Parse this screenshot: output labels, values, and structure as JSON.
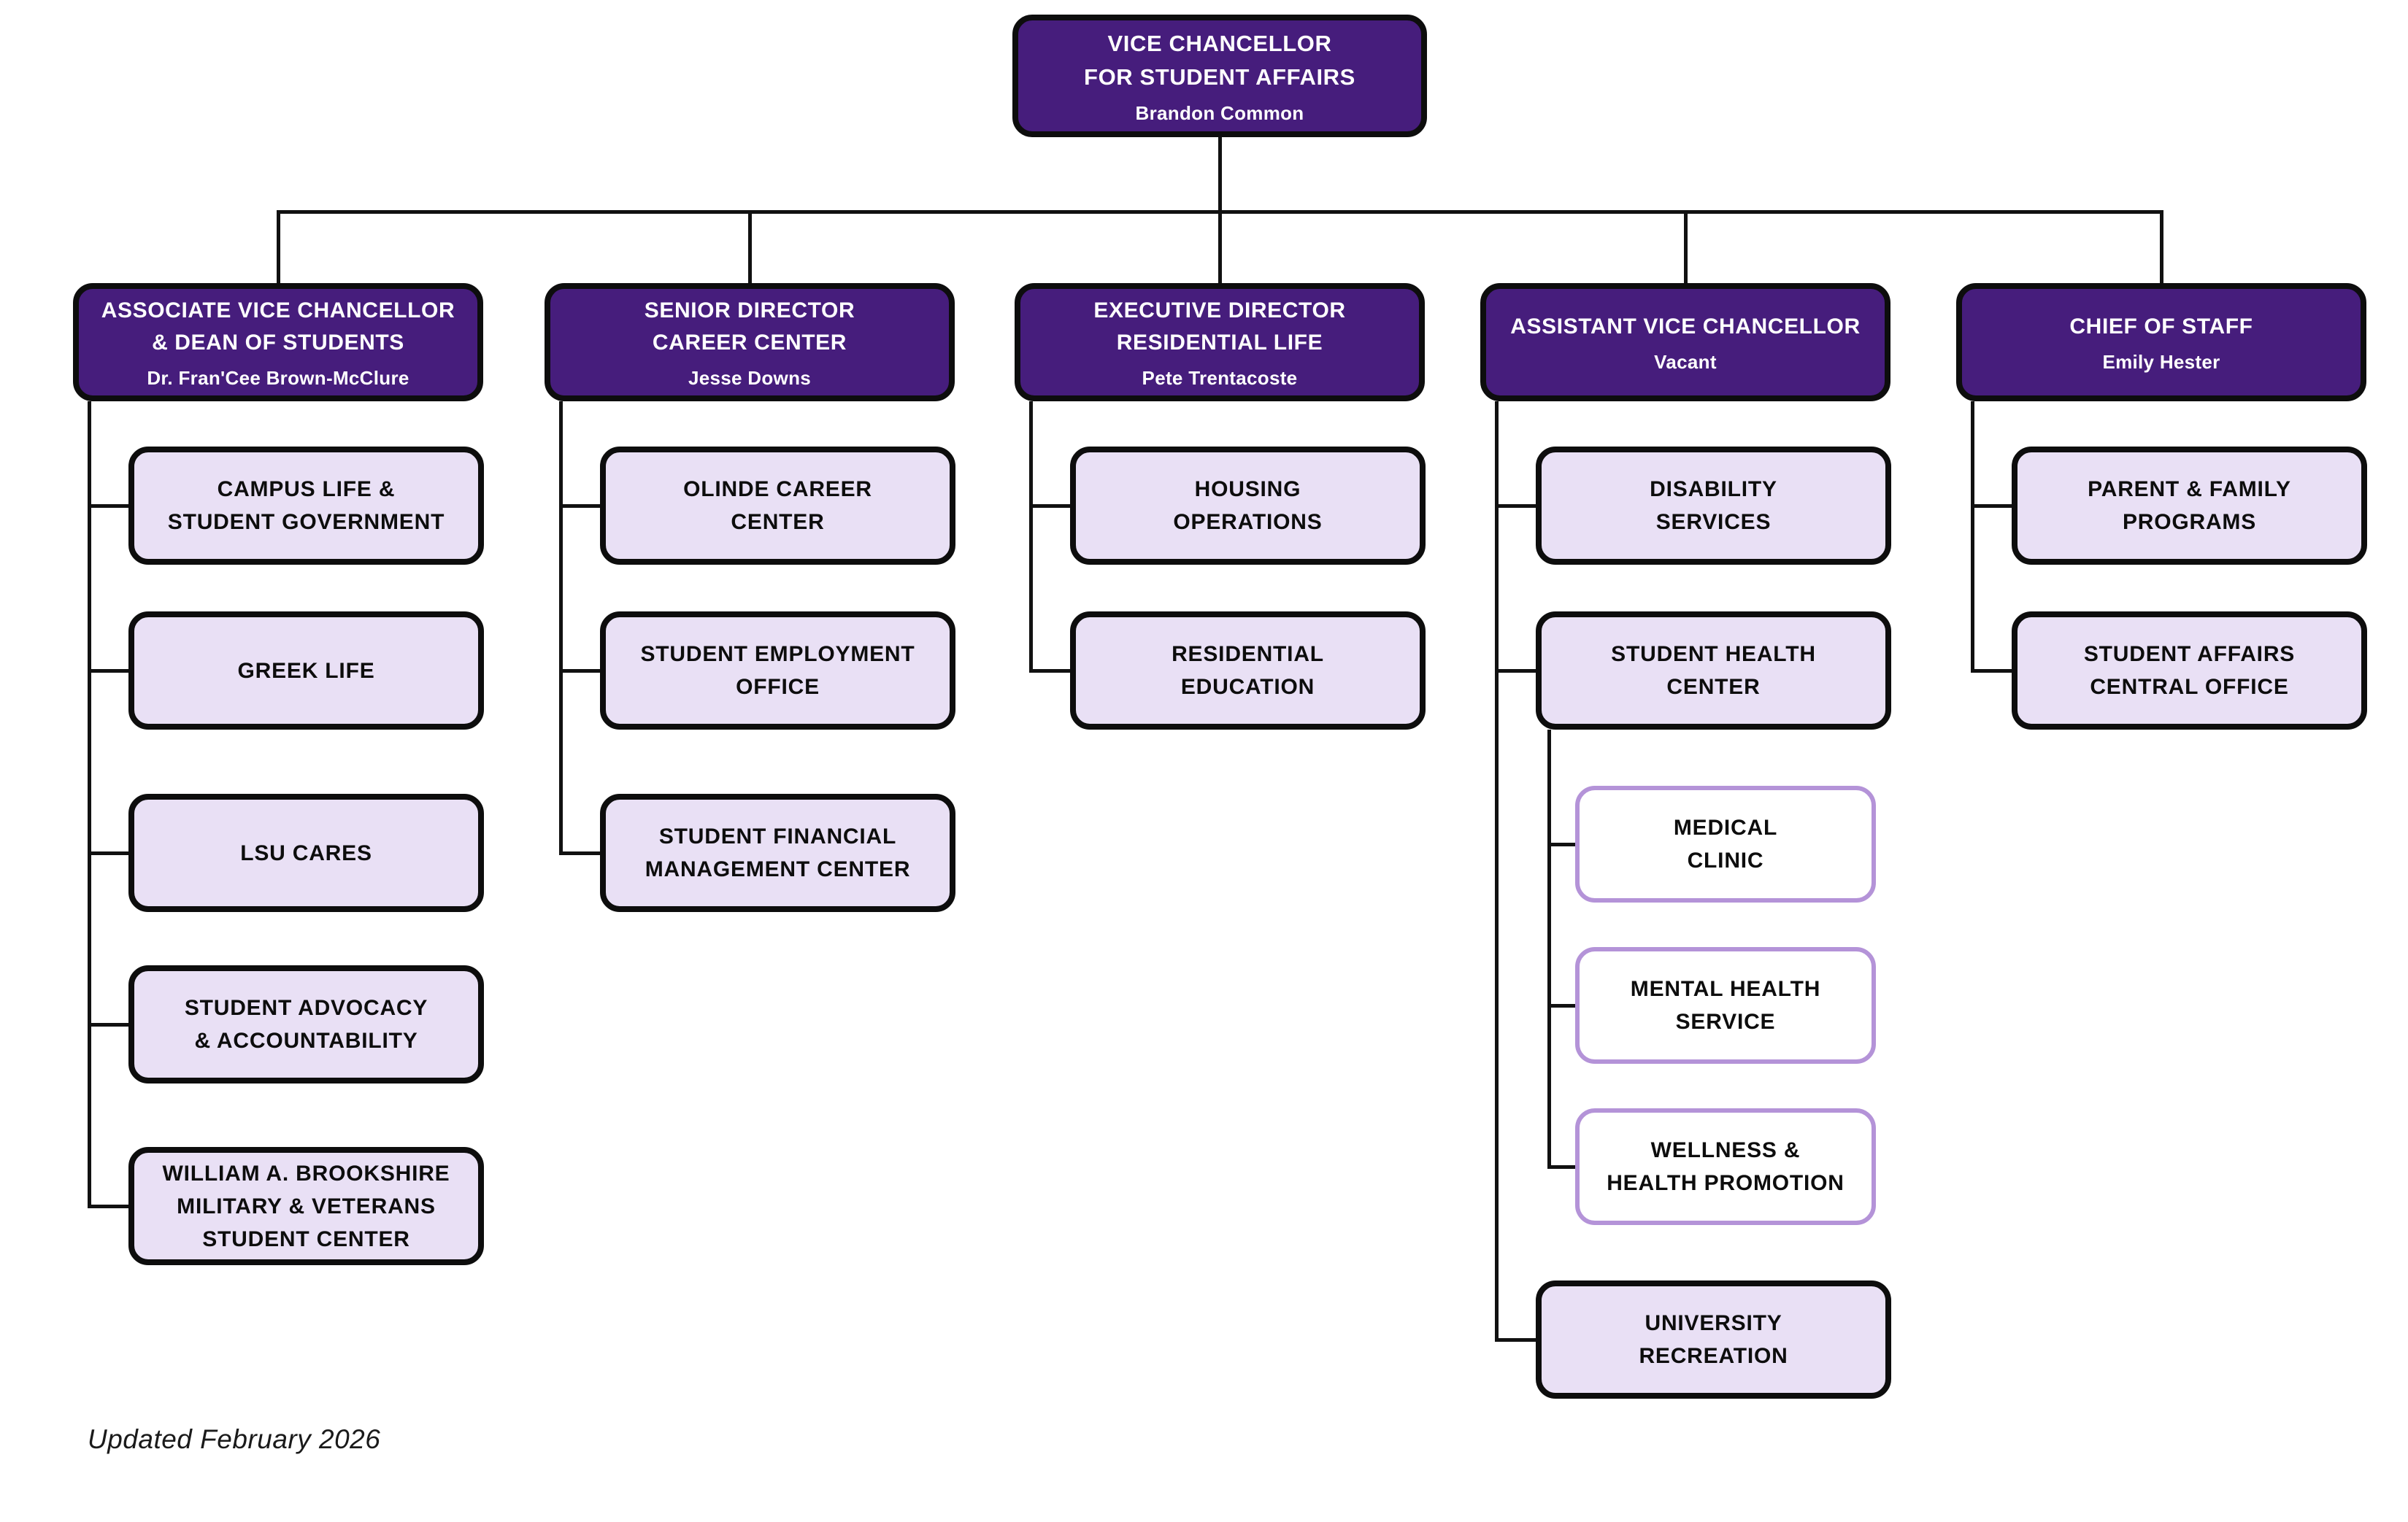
{
  "org": {
    "root": {
      "title": "VICE CHANCELLOR\nFOR STUDENT AFFAIRS",
      "name": "Brandon Common"
    },
    "branches": [
      {
        "title": "ASSOCIATE VICE CHANCELLOR\n& DEAN OF STUDENTS",
        "name": "Dr. Fran'Cee Brown-McClure",
        "children": [
          {
            "label": "CAMPUS LIFE &\nSTUDENT GOVERNMENT"
          },
          {
            "label": "GREEK LIFE"
          },
          {
            "label": "LSU CARES"
          },
          {
            "label": "STUDENT ADVOCACY\n& ACCOUNTABILITY"
          },
          {
            "label": "WILLIAM A. BROOKSHIRE\nMILITARY & VETERANS\nSTUDENT CENTER"
          }
        ]
      },
      {
        "title": "SENIOR DIRECTOR\nCAREER CENTER",
        "name": "Jesse Downs",
        "children": [
          {
            "label": "OLINDE CAREER\nCENTER"
          },
          {
            "label": "STUDENT EMPLOYMENT\nOFFICE"
          },
          {
            "label": "STUDENT FINANCIAL\nMANAGEMENT CENTER"
          }
        ]
      },
      {
        "title": "EXECUTIVE DIRECTOR\nRESIDENTIAL LIFE",
        "name": "Pete Trentacoste",
        "children": [
          {
            "label": "HOUSING\nOPERATIONS"
          },
          {
            "label": "RESIDENTIAL\nEDUCATION"
          }
        ]
      },
      {
        "title": "ASSISTANT VICE CHANCELLOR",
        "name": "Vacant",
        "children": [
          {
            "label": "DISABILITY\nSERVICES"
          },
          {
            "label": "STUDENT HEALTH\nCENTER",
            "subchildren": [
              {
                "label": "MEDICAL\nCLINIC"
              },
              {
                "label": "MENTAL HEALTH\nSERVICE"
              },
              {
                "label": "WELLNESS &\nHEALTH PROMOTION"
              }
            ]
          },
          {
            "label": "UNIVERSITY\nRECREATION"
          }
        ]
      },
      {
        "title": "CHIEF OF STAFF",
        "name": "Emily Hester",
        "children": [
          {
            "label": "PARENT & FAMILY\nPROGRAMS"
          },
          {
            "label": "STUDENT AFFAIRS\nCENTRAL OFFICE"
          }
        ]
      }
    ],
    "footer": "Updated February 2026",
    "colors": {
      "primary": "#461D7C",
      "light_fill": "#E9E0F5",
      "sub_border": "#B493D8",
      "line": "#111111"
    }
  }
}
